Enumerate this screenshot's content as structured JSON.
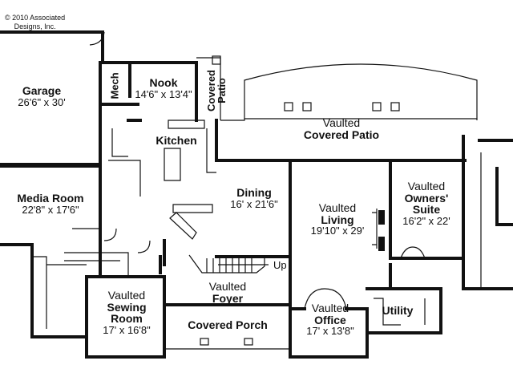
{
  "copyright": {
    "line1": "© 2010 Associated",
    "line2": "Designs, Inc."
  },
  "rooms": {
    "garage": {
      "name": "Garage",
      "size": "26'6\" x 30'"
    },
    "mech": {
      "name": "Mech"
    },
    "nook": {
      "name": "Nook",
      "size": "14'6\" x 13'4\""
    },
    "covered_patio_small": {
      "line1": "Covered",
      "line2": "Patio"
    },
    "vaulted_covered_patio": {
      "prefix": "Vaulted",
      "name": "Covered Patio"
    },
    "kitchen": {
      "name": "Kitchen"
    },
    "media_room": {
      "name": "Media Room",
      "size": "22'8\" x 17'6\""
    },
    "dining": {
      "name": "Dining",
      "size": "16' x 21'6\""
    },
    "living": {
      "prefix": "Vaulted",
      "name": "Living",
      "size": "19'10\" x 29'"
    },
    "owners_suite": {
      "prefix": "Vaulted",
      "name1": "Owners'",
      "name2": "Suite",
      "size": "16'2\" x 22'"
    },
    "foyer": {
      "prefix": "Vaulted",
      "name": "Foyer"
    },
    "sewing_room": {
      "prefix": "Vaulted",
      "name1": "Sewing",
      "name2": "Room",
      "size": "17' x 16'8\""
    },
    "covered_porch": {
      "name": "Covered Porch"
    },
    "office": {
      "prefix": "Vaulted",
      "name": "Office",
      "size": "17' x 13'8\""
    },
    "utility": {
      "name": "Utility"
    }
  },
  "stairs": {
    "label": "Up"
  },
  "colors": {
    "wall": "#111111",
    "thin": "#555555"
  }
}
